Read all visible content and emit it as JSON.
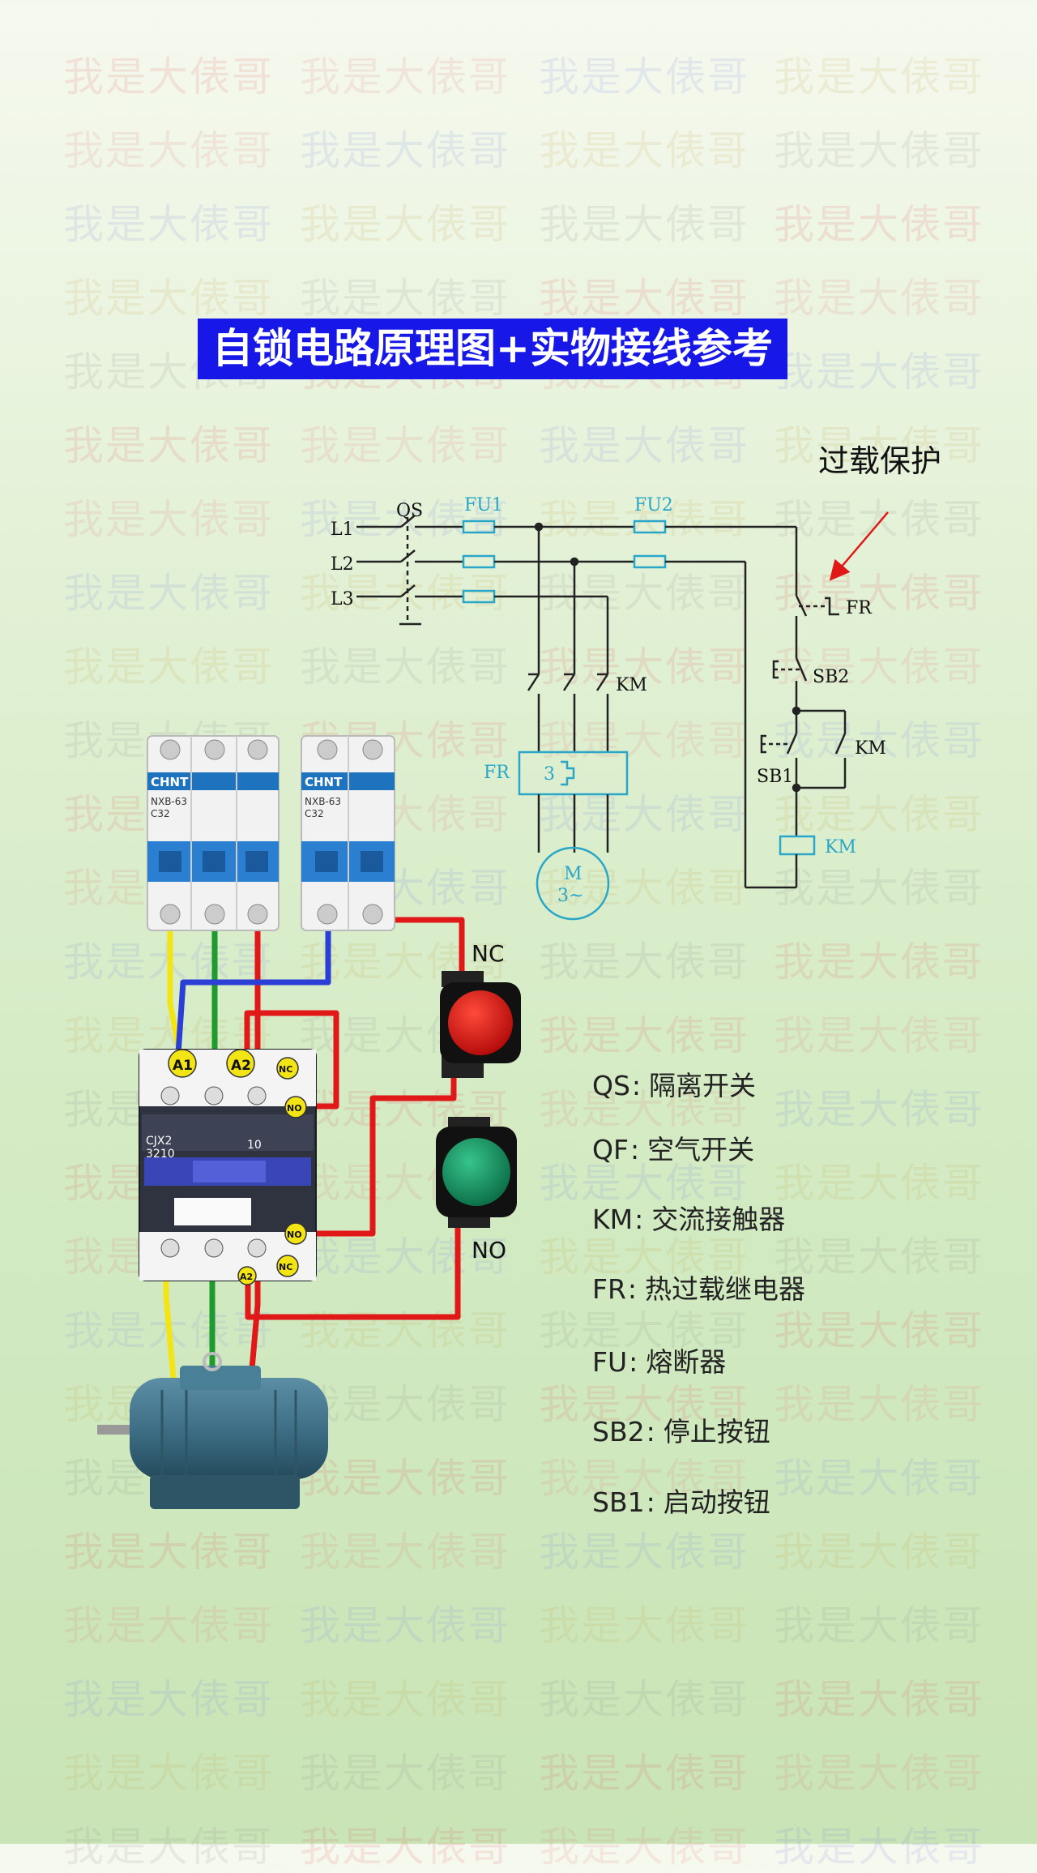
{
  "watermark_text": "我是大俵哥",
  "title": "自锁电路原理图+实物接线参考",
  "overload_label": "过载保护",
  "schematic": {
    "lines": [
      "L1",
      "L2",
      "L3"
    ],
    "qs": "QS",
    "fu1": "FU1",
    "fu2": "FU2",
    "km_main": "KM",
    "fr_block": "FR",
    "fr_count": "3",
    "motor": "M",
    "motor_phase": "3~",
    "fr_contact": "FR",
    "sb2": "SB2",
    "km_aux": "KM",
    "sb1": "SB1",
    "km_coil": "KM"
  },
  "wiring": {
    "breaker1_brand": "CHNT",
    "breaker1_model": "NXB-63",
    "breaker1_rating": "C32",
    "breaker2_brand": "CHNT",
    "breaker2_model": "NXB-63",
    "breaker2_rating": "C32",
    "contactor_model": "CJX2",
    "contactor_num": "3210",
    "contactor_size": "10",
    "terminal_a1": "A1",
    "terminal_a2": "A2",
    "terminal_nc": "NC",
    "terminal_no": "NO",
    "terminal_no2": "NO",
    "terminal_nc2": "NC",
    "terminal_a2_bottom": "A2",
    "nc_label": "NC",
    "no_label": "NO"
  },
  "legend": [
    {
      "code": "QS",
      "name": "隔离开关"
    },
    {
      "code": "QF",
      "name": "空气开关"
    },
    {
      "code": "KM",
      "name": "交流接触器"
    },
    {
      "code": "FR",
      "name": "热过载继电器"
    },
    {
      "code": "FU",
      "name": "熔断器"
    },
    {
      "code": "SB2",
      "name": "停止按钮"
    },
    {
      "code": "SB1",
      "name": "启动按钮"
    }
  ],
  "colors": {
    "title_bg": "#1717e8",
    "schematic_blue": "#2aa6c8",
    "wire_yellow": "#f3e415",
    "wire_green": "#1f9a2e",
    "wire_red": "#e01818",
    "wire_blue": "#2b3fd6",
    "button_red": "#d80d0d",
    "button_green": "#0f8f5b",
    "motor_blue": "#3e6f86"
  }
}
